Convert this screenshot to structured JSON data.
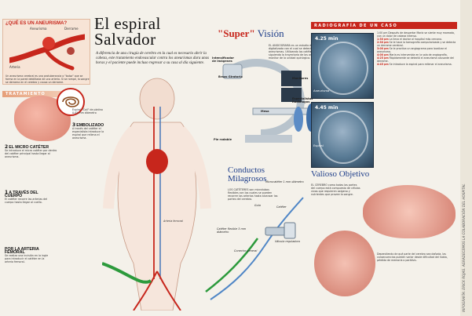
{
  "colors": {
    "accent_red": "#c7261c",
    "accent_blue": "#1e3e8a",
    "background": "#f4f1ea"
  },
  "aneurisma": {
    "title": "¿QUÉ ES UN ANEURISMA?",
    "labels": {
      "aneurisma": "Aneurisma",
      "derrame": "Derrame",
      "arteria": "Arteria"
    },
    "text": "Un aneurisma cerebral es una protuberancia o \"bolsa\" que se forma en la pared debilitada de una arteria. Si se rompe, la sangre se derrama en el cerebro y causa un derrame."
  },
  "title": {
    "line1": "El espiral",
    "line2": "Salvador"
  },
  "subtitle": "A diferencia de una cirugía de cerebro en la cual es necesario abrir la cabeza, este tratamiento endovascular contra los aneurismas dura unas horas y el paciente puede incluso regresar a su casa al día siguiente.",
  "tratamiento": {
    "band": "TRATAMIENTO",
    "coil_label": "Espiral \"Coil\" de platino 0.05 mm diámetro",
    "steps": [
      {
        "num": "3",
        "title": "Embolizado",
        "text": "A través del catéter el especialista introduce la espiral que rellena el aneurisma."
      },
      {
        "num": "2",
        "title": "El micro catéter",
        "text": "Se introduce el micro catéter por dentro del catéter principal hasta llegar al aneurisma."
      },
      {
        "num": "1",
        "title": "A través del cuerpo",
        "text": "El catéter recorre las arterias del cuerpo hasta llegar al cuello."
      },
      {
        "num": "",
        "title": "Por la arteria femoral",
        "text": "Se realiza una incisión en la ingle para introducir el catéter en la arteria femoral."
      }
    ],
    "body_labels": {
      "arteria": "Arteria femoral"
    }
  },
  "super_vision": {
    "title_pre": "\"Super\"",
    "title_post": "Visión",
    "text": "EL ANGIOGRAMA es un estudio de radiografía digitalizada con el cual se detectan los aneurismas. Utilizando los catéteres se va siguiendo la trayectoria de las arterias, con el monitor de la unidad quirúrgica.",
    "labels": {
      "intensificador": "Intensificador de imágenes",
      "brazo": "Brazo Giratorio",
      "monitores": "Monitores",
      "especialistas": "Especialistas Radiólogos",
      "mesa": "Mesa",
      "pie": "Pie rodable"
    }
  },
  "conductos": {
    "title_line1": "Conductos",
    "title_line2": "Milagrosos",
    "text": "LOS CATÉTERES son microtubos flexibles con los cuales se pueden recorrer las arterias hasta alcanzar las partes del cerebro.",
    "labels": {
      "microcateter": "Microcatéter 1 mm diámetro",
      "guia": "Guía",
      "cateter": "Catéter",
      "valvula": "Válvula reguladora",
      "conector": "Conector general",
      "flexible": "Catéter flexible 3 mm diámetro"
    }
  },
  "radiografia": {
    "band": "RADIOGRAFÍA DE UN CASO",
    "time1": "4.25 min",
    "time2": "4.45 min",
    "label_aneurisma": "Aneurisma",
    "label_espiral": "Espiral",
    "intro": "1:00 pm Después de despertar María se siente muy mareada, con un dolor de cabeza intenso.",
    "entries": [
      {
        "time": "1:30 pm",
        "text": "La lleva el doctor al hospital más cercano."
      },
      {
        "time": "2:30 pm",
        "text": "Se le hace la tomografía computarizada y se detecta un derrame cerebral."
      },
      {
        "time": "3:00 pm",
        "text": "Se le practica un angiograma para localizar el aneurisma."
      },
      {
        "time": "4:00 pm",
        "text": "María es intervenida en la sala de angiografía."
      },
      {
        "time": "4:25 pm",
        "text": "Rápidamente se detectó el aneurisma causante del derrame."
      },
      {
        "time": "4:45 pm",
        "text": "Se introduce la espiral para rellenar el aneurisma."
      }
    ]
  },
  "valioso": {
    "title": "Valioso Objetivo",
    "text": "EL CEREBRO como todas las partes del cuerpo está compuesto de células vivas que requieren oxígeno y nutrientes que provee la sangre.",
    "text2": "Dependiendo de qué parte del cerebro sea dañada, las consecuencias pueden variar desde dificultad del habla, pérdida de memoria o parálisis."
  },
  "side_credit": "INFOGRAFÍA: ERICK ROJAS. AGRADECEMOS LA COLABORACIÓN DEL HOSPITAL"
}
